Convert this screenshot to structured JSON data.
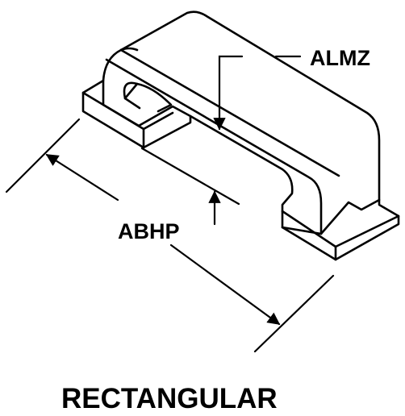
{
  "figure": {
    "labels": {
      "depth_dimension": "ALMZ",
      "length_dimension": "ABHP"
    },
    "caption": "RECTANGULAR"
  }
}
